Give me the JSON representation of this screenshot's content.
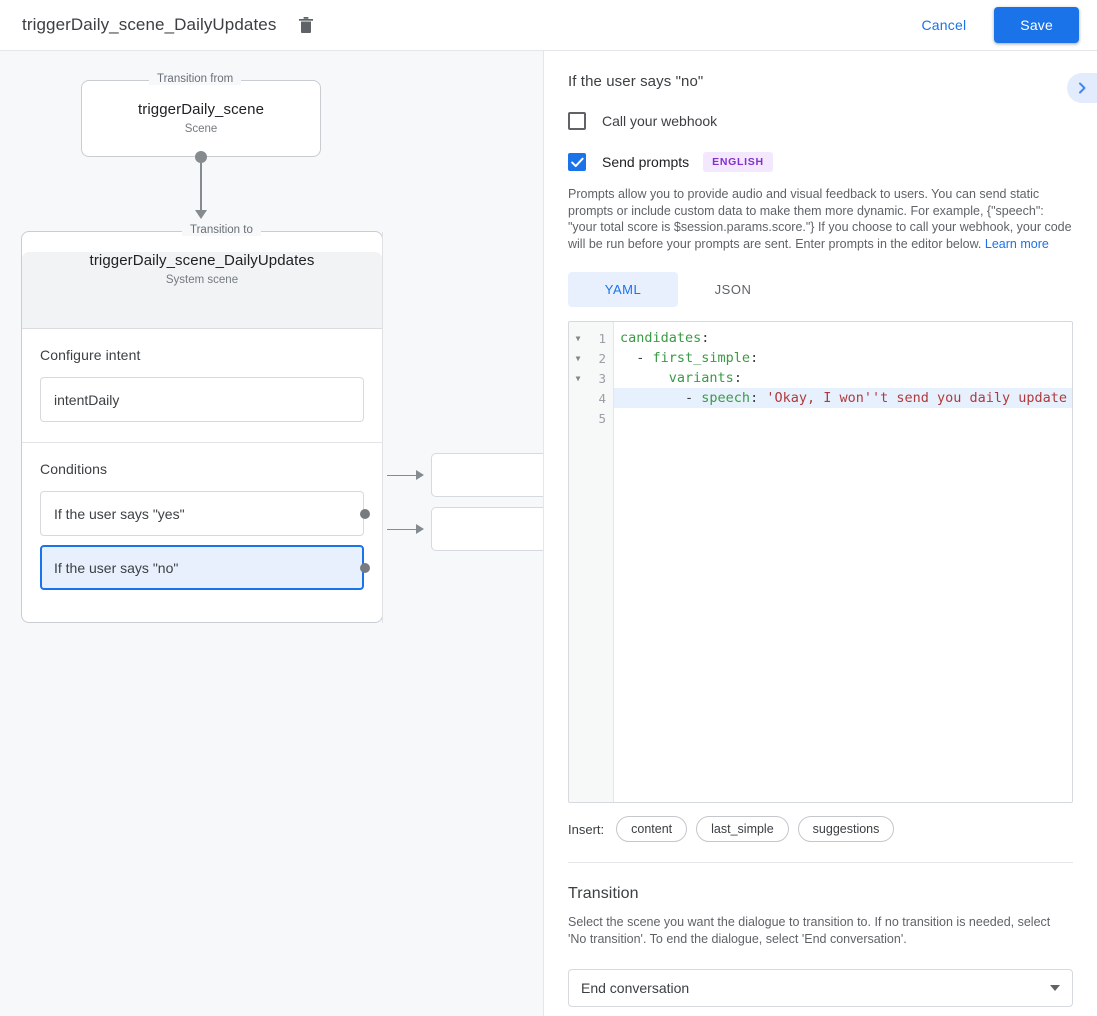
{
  "topbar": {
    "title": "triggerDaily_scene_DailyUpdates",
    "delete_icon": "trash-icon",
    "cancel_label": "Cancel",
    "save_label": "Save"
  },
  "canvas": {
    "from": {
      "legend": "Transition from",
      "title": "triggerDaily_scene",
      "subtitle": "Scene"
    },
    "to": {
      "legend": "Transition to",
      "title": "triggerDaily_scene_DailyUpdates",
      "subtitle": "System scene"
    },
    "intent_section": {
      "label": "Configure intent",
      "value": "intentDaily"
    },
    "conditions_section": {
      "label": "Conditions",
      "items": [
        {
          "label": "If the user says \"yes\"",
          "selected": false
        },
        {
          "label": "If the user says \"no\"",
          "selected": true
        }
      ]
    },
    "targets": [
      {
        "label": ""
      },
      {
        "label": ""
      }
    ]
  },
  "panel": {
    "title": "If the user says \"no\"",
    "expand_icon": "chevron-right-icon",
    "webhook": {
      "label": "Call your webhook",
      "checked": false
    },
    "prompts": {
      "label": "Send prompts",
      "checked": true,
      "language_badge": "ENGLISH",
      "description": "Prompts allow you to provide audio and visual feedback to users. You can send static prompts or include custom data to make them more dynamic. For example, {\"speech\": \"your total score is $session.params.score.\"} If you choose to call your webhook, your code will be run before your prompts are sent. Enter prompts in the editor below. ",
      "learn_more": "Learn more"
    },
    "format_tabs": [
      {
        "label": "YAML",
        "active": true
      },
      {
        "label": "JSON",
        "active": false
      }
    ],
    "editor": {
      "line_numbers": [
        "1",
        "2",
        "3",
        "4",
        "5"
      ],
      "fold_rows": [
        true,
        true,
        true,
        false,
        false
      ],
      "highlighted_line": 4,
      "lines": [
        {
          "indent": 0,
          "tokens": [
            {
              "t": "candidates",
              "c": "k"
            },
            {
              "t": ":",
              "c": "p"
            }
          ]
        },
        {
          "indent": 0,
          "tokens": [
            {
              "t": "  - ",
              "c": "p"
            },
            {
              "t": "first_simple",
              "c": "k"
            },
            {
              "t": ":",
              "c": "p"
            }
          ]
        },
        {
          "indent": 0,
          "tokens": [
            {
              "t": "      ",
              "c": "p"
            },
            {
              "t": "variants",
              "c": "k"
            },
            {
              "t": ":",
              "c": "p"
            }
          ]
        },
        {
          "indent": 0,
          "tokens": [
            {
              "t": "        - ",
              "c": "p"
            },
            {
              "t": "speech",
              "c": "k"
            },
            {
              "t": ": ",
              "c": "p"
            },
            {
              "t": "'Okay, I won''t send you daily update",
              "c": "s"
            }
          ]
        },
        {
          "indent": 0,
          "tokens": []
        }
      ]
    },
    "insert": {
      "label": "Insert:",
      "chips": [
        "content",
        "last_simple",
        "suggestions"
      ]
    },
    "transition": {
      "title": "Transition",
      "description": "Select the scene you want the dialogue to transition to. If no transition is needed, select 'No transition'. To end the dialogue, select 'End conversation'.",
      "selected_value": "End conversation"
    }
  },
  "colors": {
    "accent": "#1a73e8",
    "selected_fill": "#e8f0fe",
    "badge_bg": "#f3e8fd",
    "badge_text": "#8430ce",
    "canvas_bg": "#f7f8fa"
  }
}
